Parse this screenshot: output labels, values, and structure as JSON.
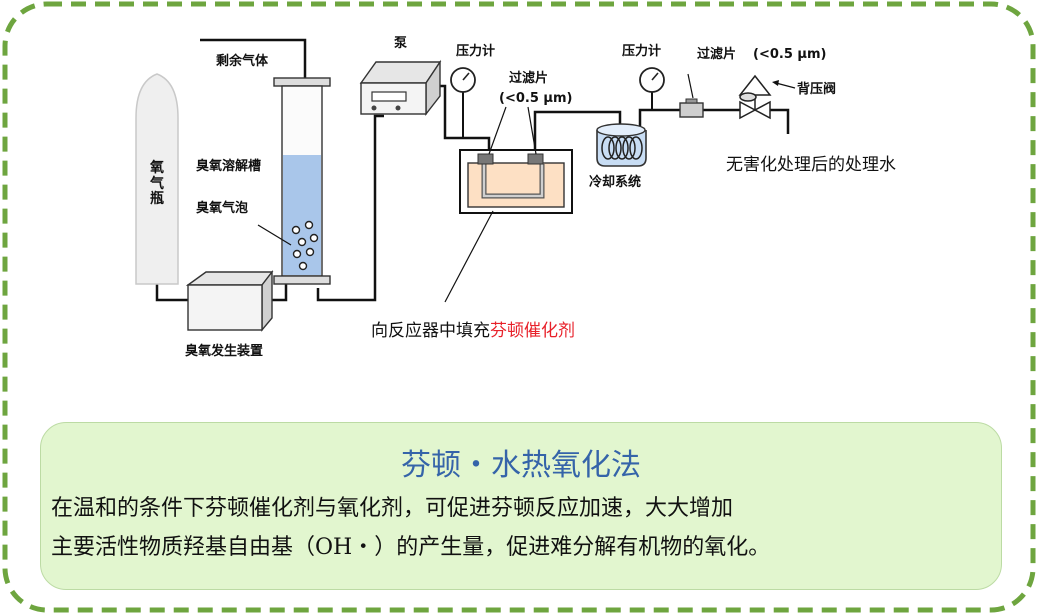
{
  "diagram": {
    "labels": {
      "residual_gas": "剩余气体",
      "pump": "泵",
      "pressure_gauge_1": "压力计",
      "pressure_gauge_2": "压力计",
      "filter_1": "过滤片",
      "filter_1_spec": "(<0.5 μm)",
      "filter_2": "过滤片",
      "filter_2_spec": "(<0.5 μm)",
      "back_pressure_valve": "背压阀",
      "oxygen_bottle": "氧气瓶",
      "ozone_dissolution_tank": "臭氧溶解槽",
      "ozone_bubbles": "臭氧气泡",
      "cooling_system": "冷却系统",
      "treated_water": "无害化处理后的处理水",
      "ozone_generator": "臭氧发生装置",
      "reactor_note_prefix": "向反应器中填充",
      "reactor_note_highlight": "芬顿催化剂"
    }
  },
  "panel": {
    "title": "芬顿・水热氧化法",
    "line1": "在温和的条件下芬顿催化剂与氧化剂，可促进芬顿反应加速，大大增加",
    "line2": "主要活性物质羟基自由基（OH・）的产生量，促进难分解有机物的氧化。"
  },
  "colors": {
    "frame_dash": "#6ea53f",
    "panel_bg": "#e2f6cf",
    "title_blue": "#3564a9",
    "highlight_red": "#e8212a",
    "tank_water": "#a9c6ea",
    "reactor_liquid": "#fde0c4"
  }
}
